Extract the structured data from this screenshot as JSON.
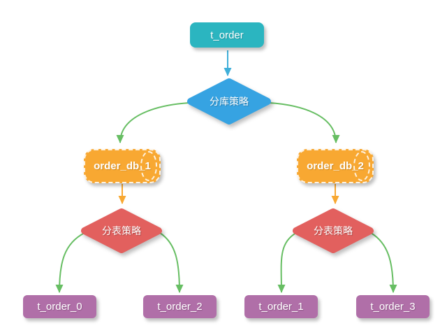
{
  "colors": {
    "background": "#ffffff",
    "teal": "#2bb5c0",
    "blue": "#36a3e2",
    "arrow_blue": "#3fafd9",
    "orange": "#f8a832",
    "red": "#e2605e",
    "purple": "#b06fa8",
    "green": "#67be63"
  },
  "nodes": {
    "root": {
      "label": "t_order",
      "shape": "rounded-rect",
      "color": "teal"
    },
    "db_strategy": {
      "label": "分库策略",
      "shape": "diamond",
      "color": "blue"
    },
    "db1": {
      "label": "order_db_1",
      "shape": "cylinder-dashed",
      "color": "orange"
    },
    "db2": {
      "label": "order_db_2",
      "shape": "cylinder-dashed",
      "color": "orange"
    },
    "ts_left": {
      "label": "分表策略",
      "shape": "diamond",
      "color": "red"
    },
    "ts_right": {
      "label": "分表策略",
      "shape": "diamond",
      "color": "red"
    },
    "t0": {
      "label": "t_order_0",
      "shape": "rounded-rect",
      "color": "purple"
    },
    "t2": {
      "label": "t_order_2",
      "shape": "rounded-rect",
      "color": "purple"
    },
    "t1": {
      "label": "t_order_1",
      "shape": "rounded-rect",
      "color": "purple"
    },
    "t3": {
      "label": "t_order_3",
      "shape": "rounded-rect",
      "color": "purple"
    }
  },
  "edges": [
    {
      "from": "root",
      "to": "db_strategy",
      "color": "arrow_blue",
      "style": "straight"
    },
    {
      "from": "db_strategy",
      "to": "db1",
      "color": "green",
      "style": "curve"
    },
    {
      "from": "db_strategy",
      "to": "db2",
      "color": "green",
      "style": "curve"
    },
    {
      "from": "db1",
      "to": "ts_left",
      "color": "orange",
      "style": "straight"
    },
    {
      "from": "db2",
      "to": "ts_right",
      "color": "orange",
      "style": "straight"
    },
    {
      "from": "ts_left",
      "to": "t0",
      "color": "green",
      "style": "curve"
    },
    {
      "from": "ts_left",
      "to": "t2",
      "color": "green",
      "style": "curve"
    },
    {
      "from": "ts_right",
      "to": "t1",
      "color": "green",
      "style": "curve"
    },
    {
      "from": "ts_right",
      "to": "t3",
      "color": "green",
      "style": "curve"
    }
  ]
}
